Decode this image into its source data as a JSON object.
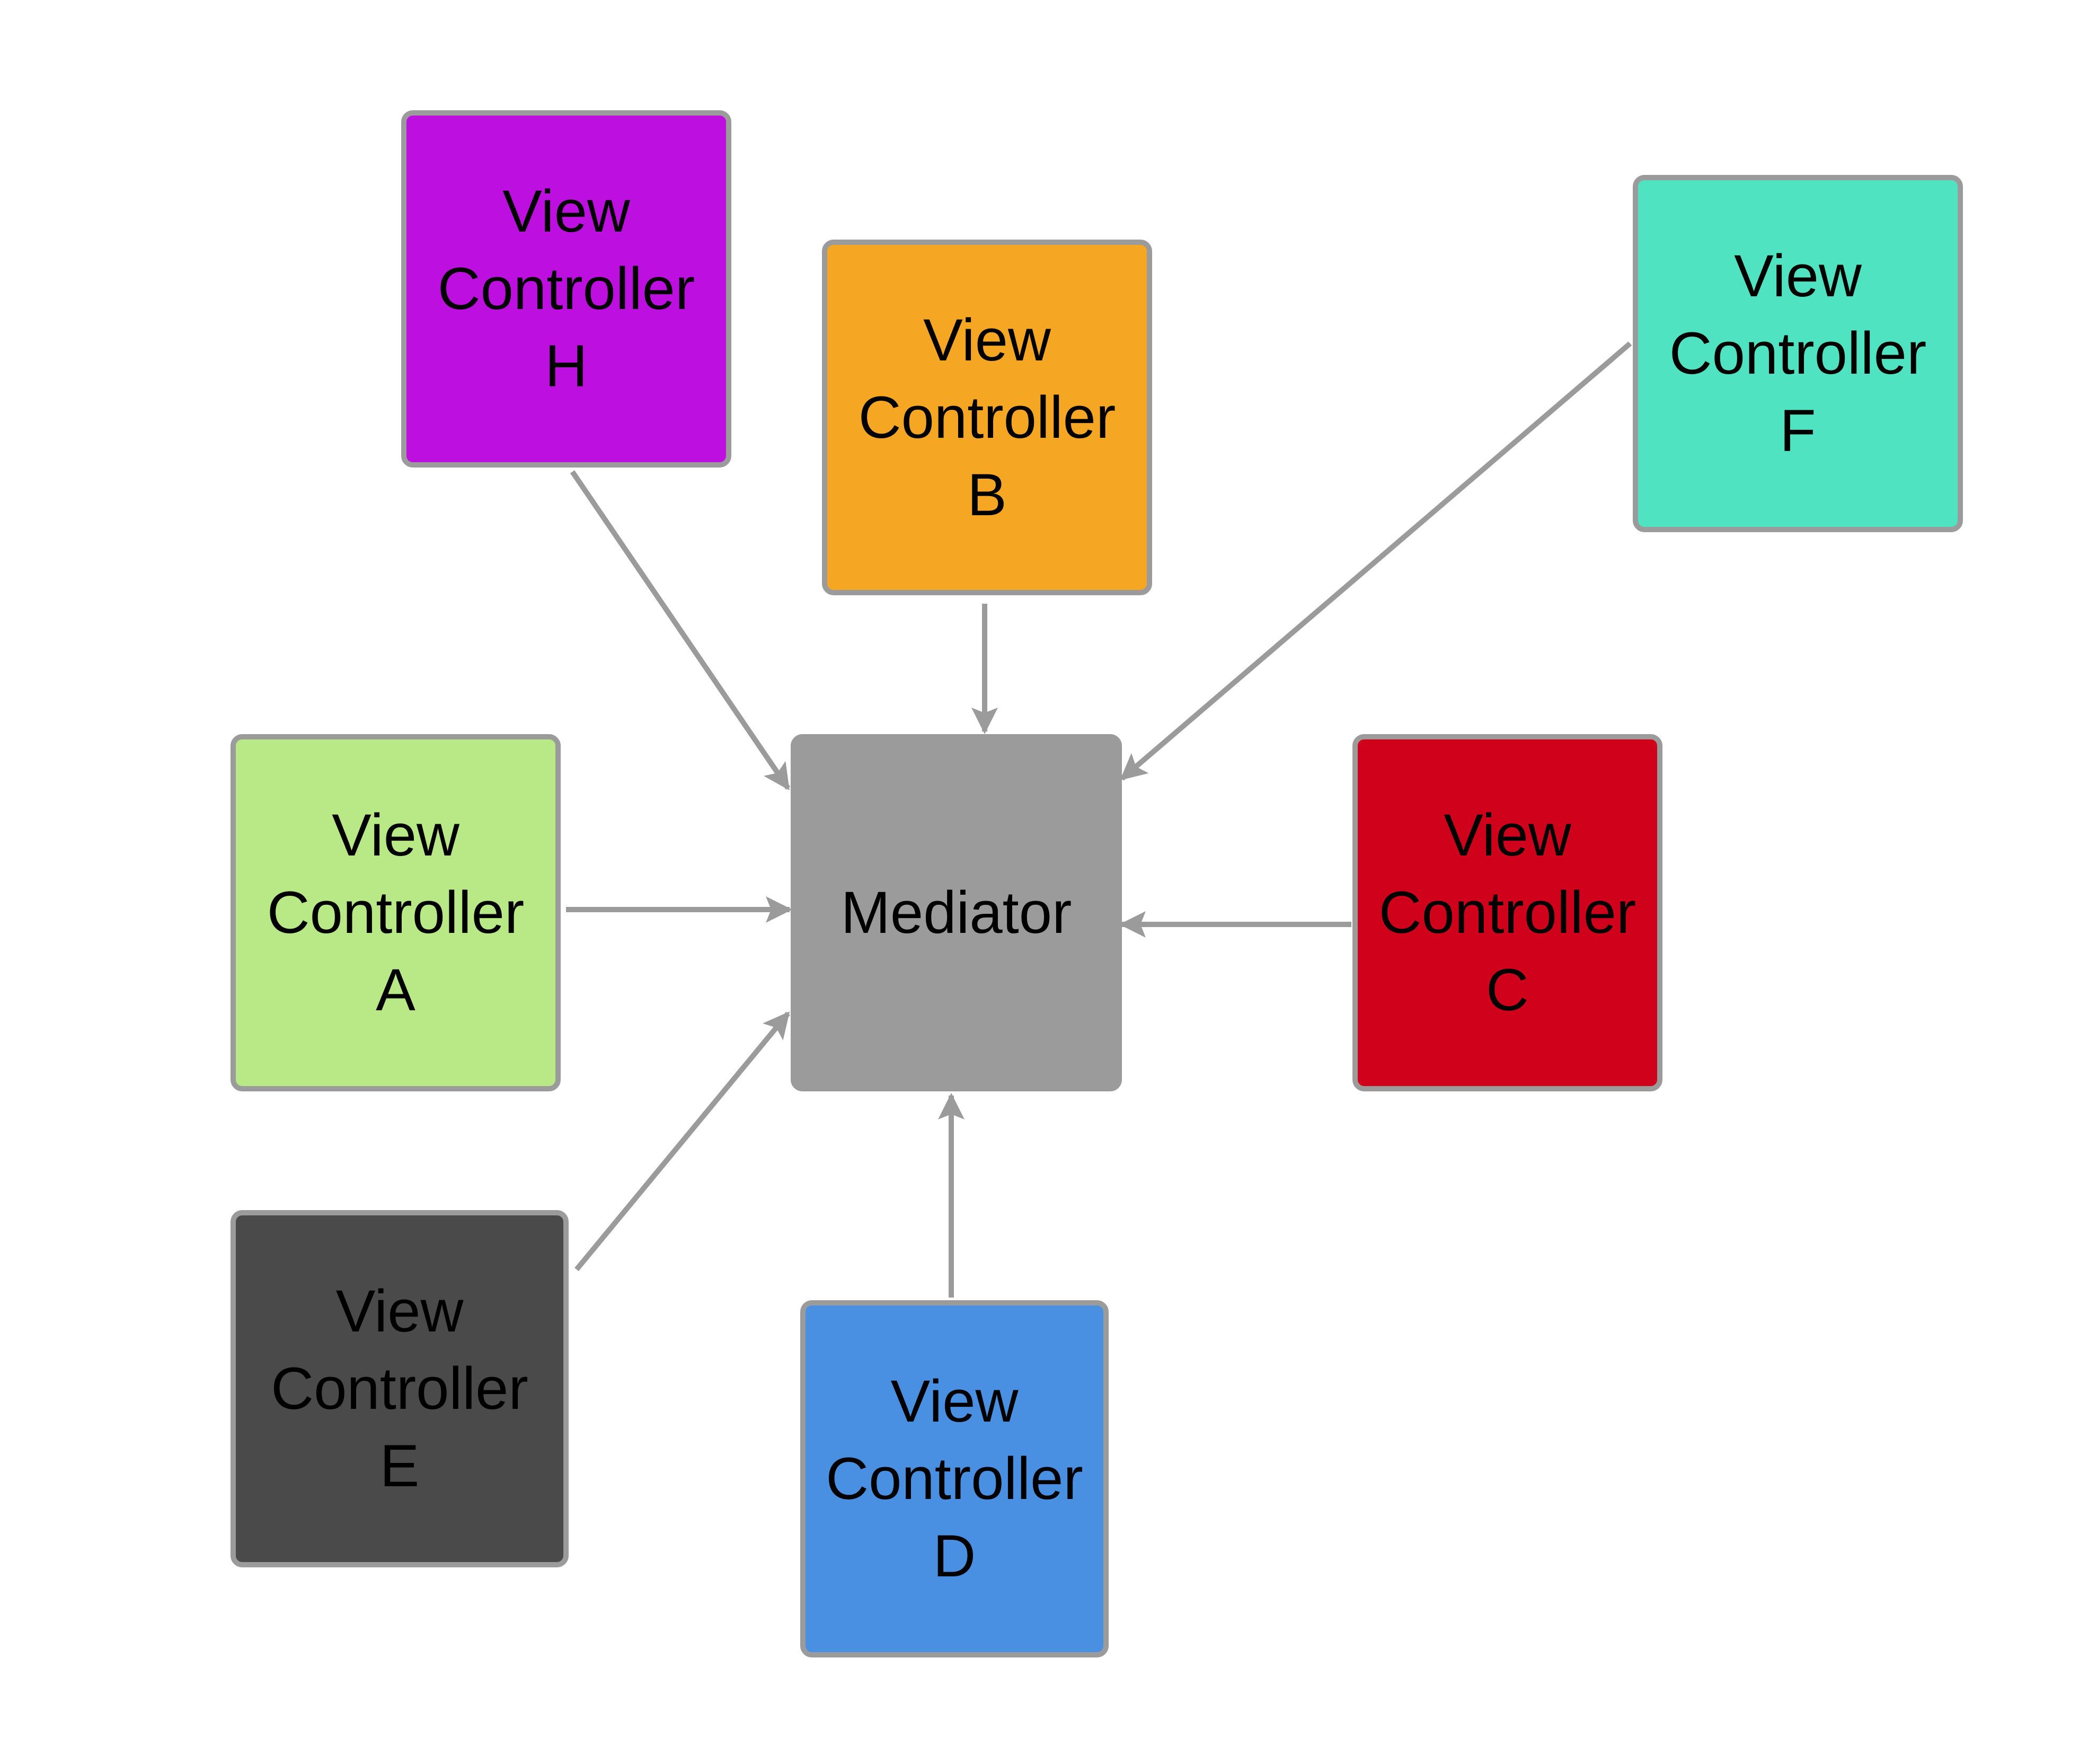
{
  "diagram": {
    "center": {
      "id": "mediator",
      "label": "Mediator",
      "color": "#9b9b9b"
    },
    "nodes": [
      {
        "id": "vc-h",
        "label": "View\nController\nH",
        "color": "#bd10e0"
      },
      {
        "id": "vc-b",
        "label": "View\nController\nB",
        "color": "#f5a623"
      },
      {
        "id": "vc-f",
        "label": "View\nController\nF",
        "color": "#50e3c2"
      },
      {
        "id": "vc-a",
        "label": "View\nController\nA",
        "color": "#b8e986"
      },
      {
        "id": "vc-c",
        "label": "View\nController\nC",
        "color": "#d0021b"
      },
      {
        "id": "vc-e",
        "label": "View\nController\nE",
        "color": "#4a4a4a"
      },
      {
        "id": "vc-d",
        "label": "View\nController\nD",
        "color": "#4a90e2"
      }
    ],
    "edges": [
      {
        "from": "vc-h",
        "to": "mediator"
      },
      {
        "from": "vc-b",
        "to": "mediator"
      },
      {
        "from": "vc-f",
        "to": "mediator"
      },
      {
        "from": "vc-a",
        "to": "mediator"
      },
      {
        "from": "vc-c",
        "to": "mediator"
      },
      {
        "from": "vc-e",
        "to": "mediator"
      },
      {
        "from": "vc-d",
        "to": "mediator"
      }
    ],
    "edge_color": "#9b9b9b",
    "border_color": "#9b9b9b"
  }
}
